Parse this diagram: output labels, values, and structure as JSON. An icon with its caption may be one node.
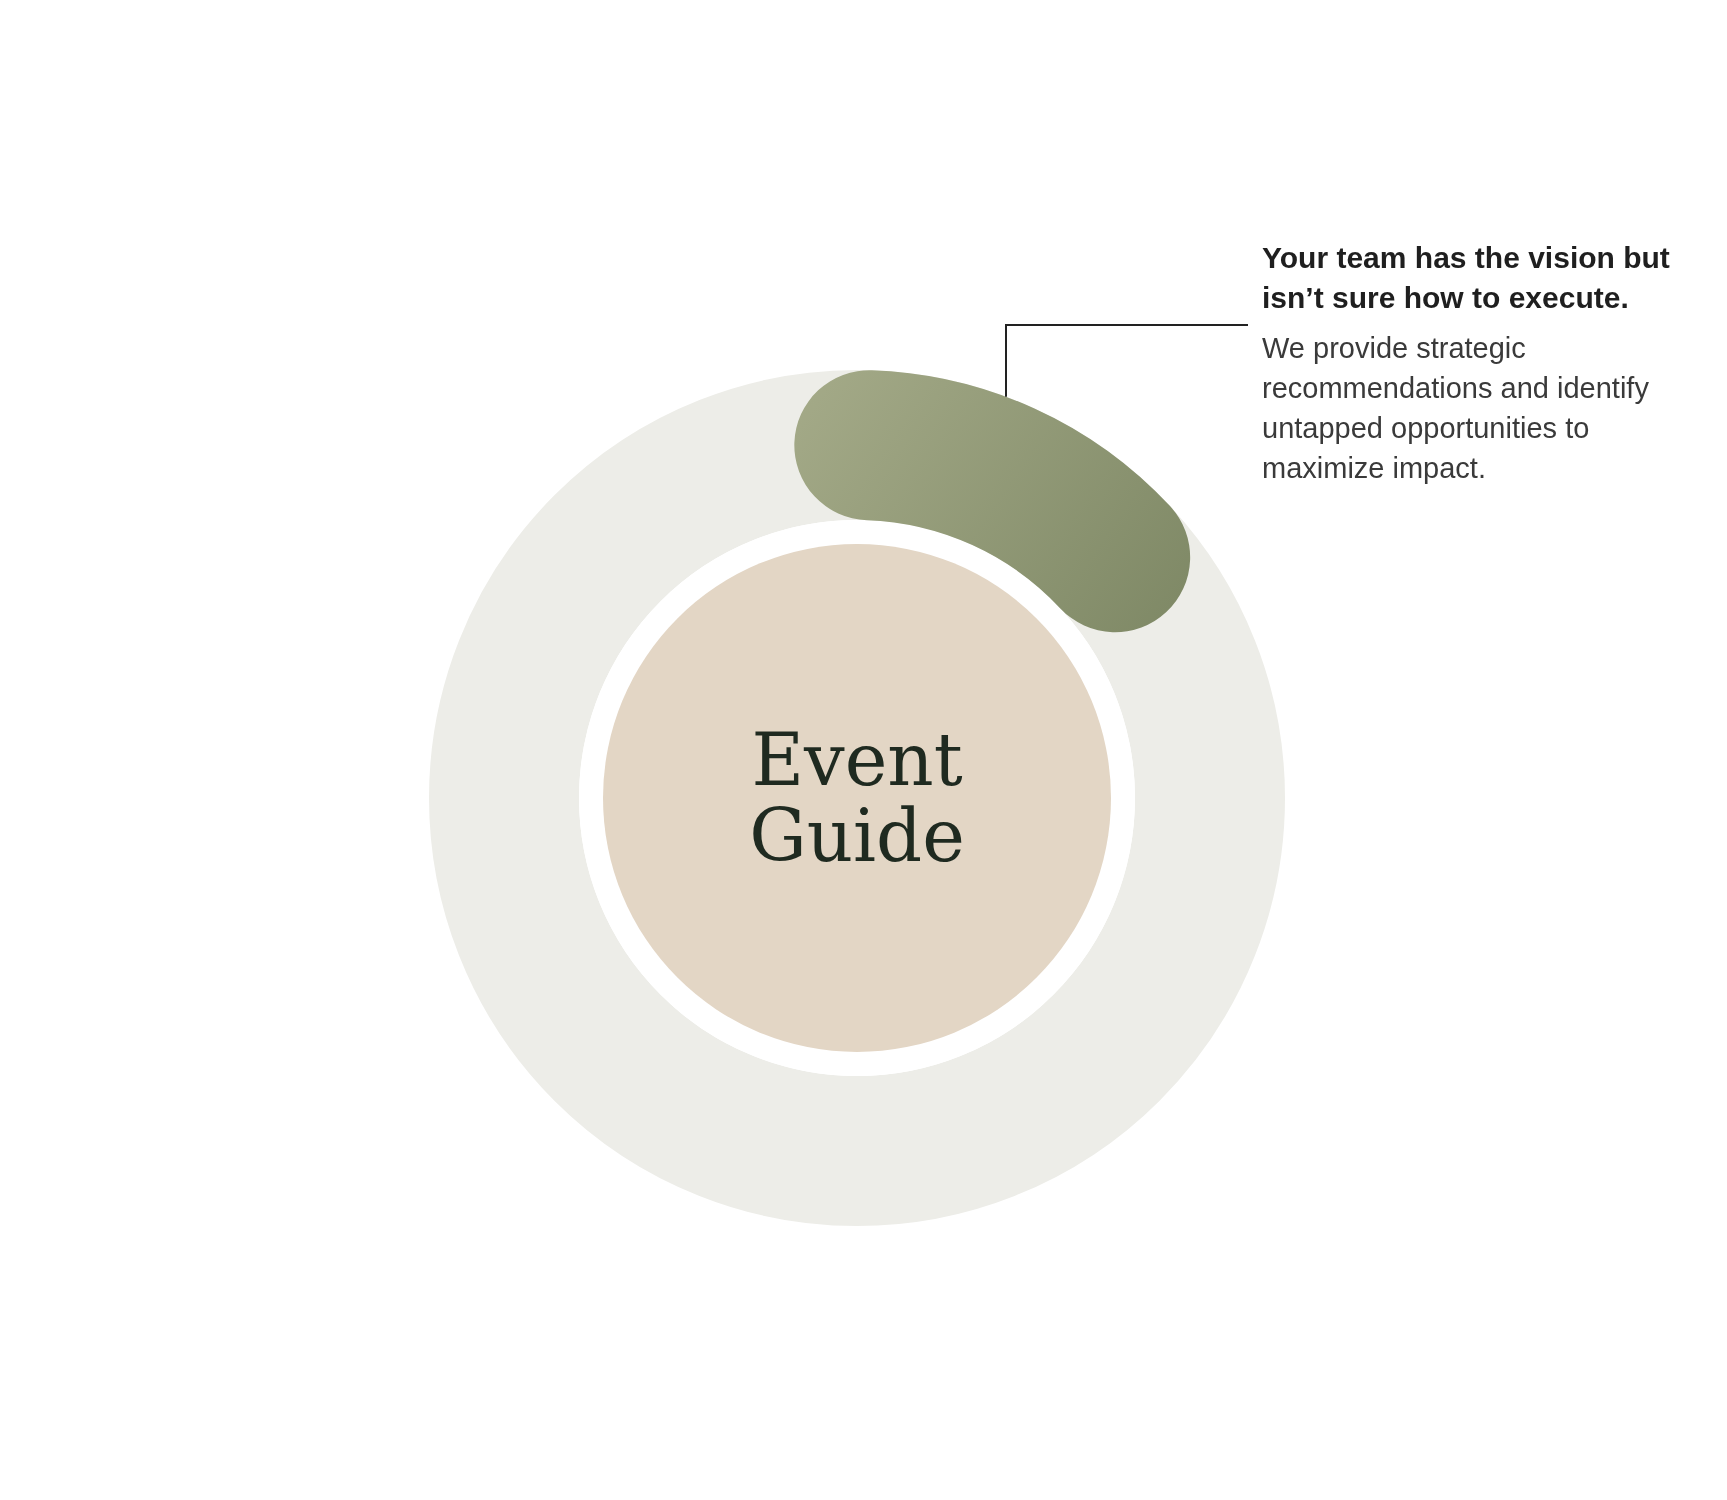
{
  "diagram": {
    "nodes": [
      {
        "text": [
          "Event Guide"
        ]
      },
      {
        "text": [],
        "shape": "arc"
      },
      {
        "text": [
          "Your team has the vision but isn’t sure how to execute.",
          "We provide strategic recommendations and identify untapped opportunities to maximize impact."
        ]
      }
    ],
    "edges": [
      {
        "from": 2,
        "to": 1,
        "arrow": "none"
      }
    ]
  }
}
